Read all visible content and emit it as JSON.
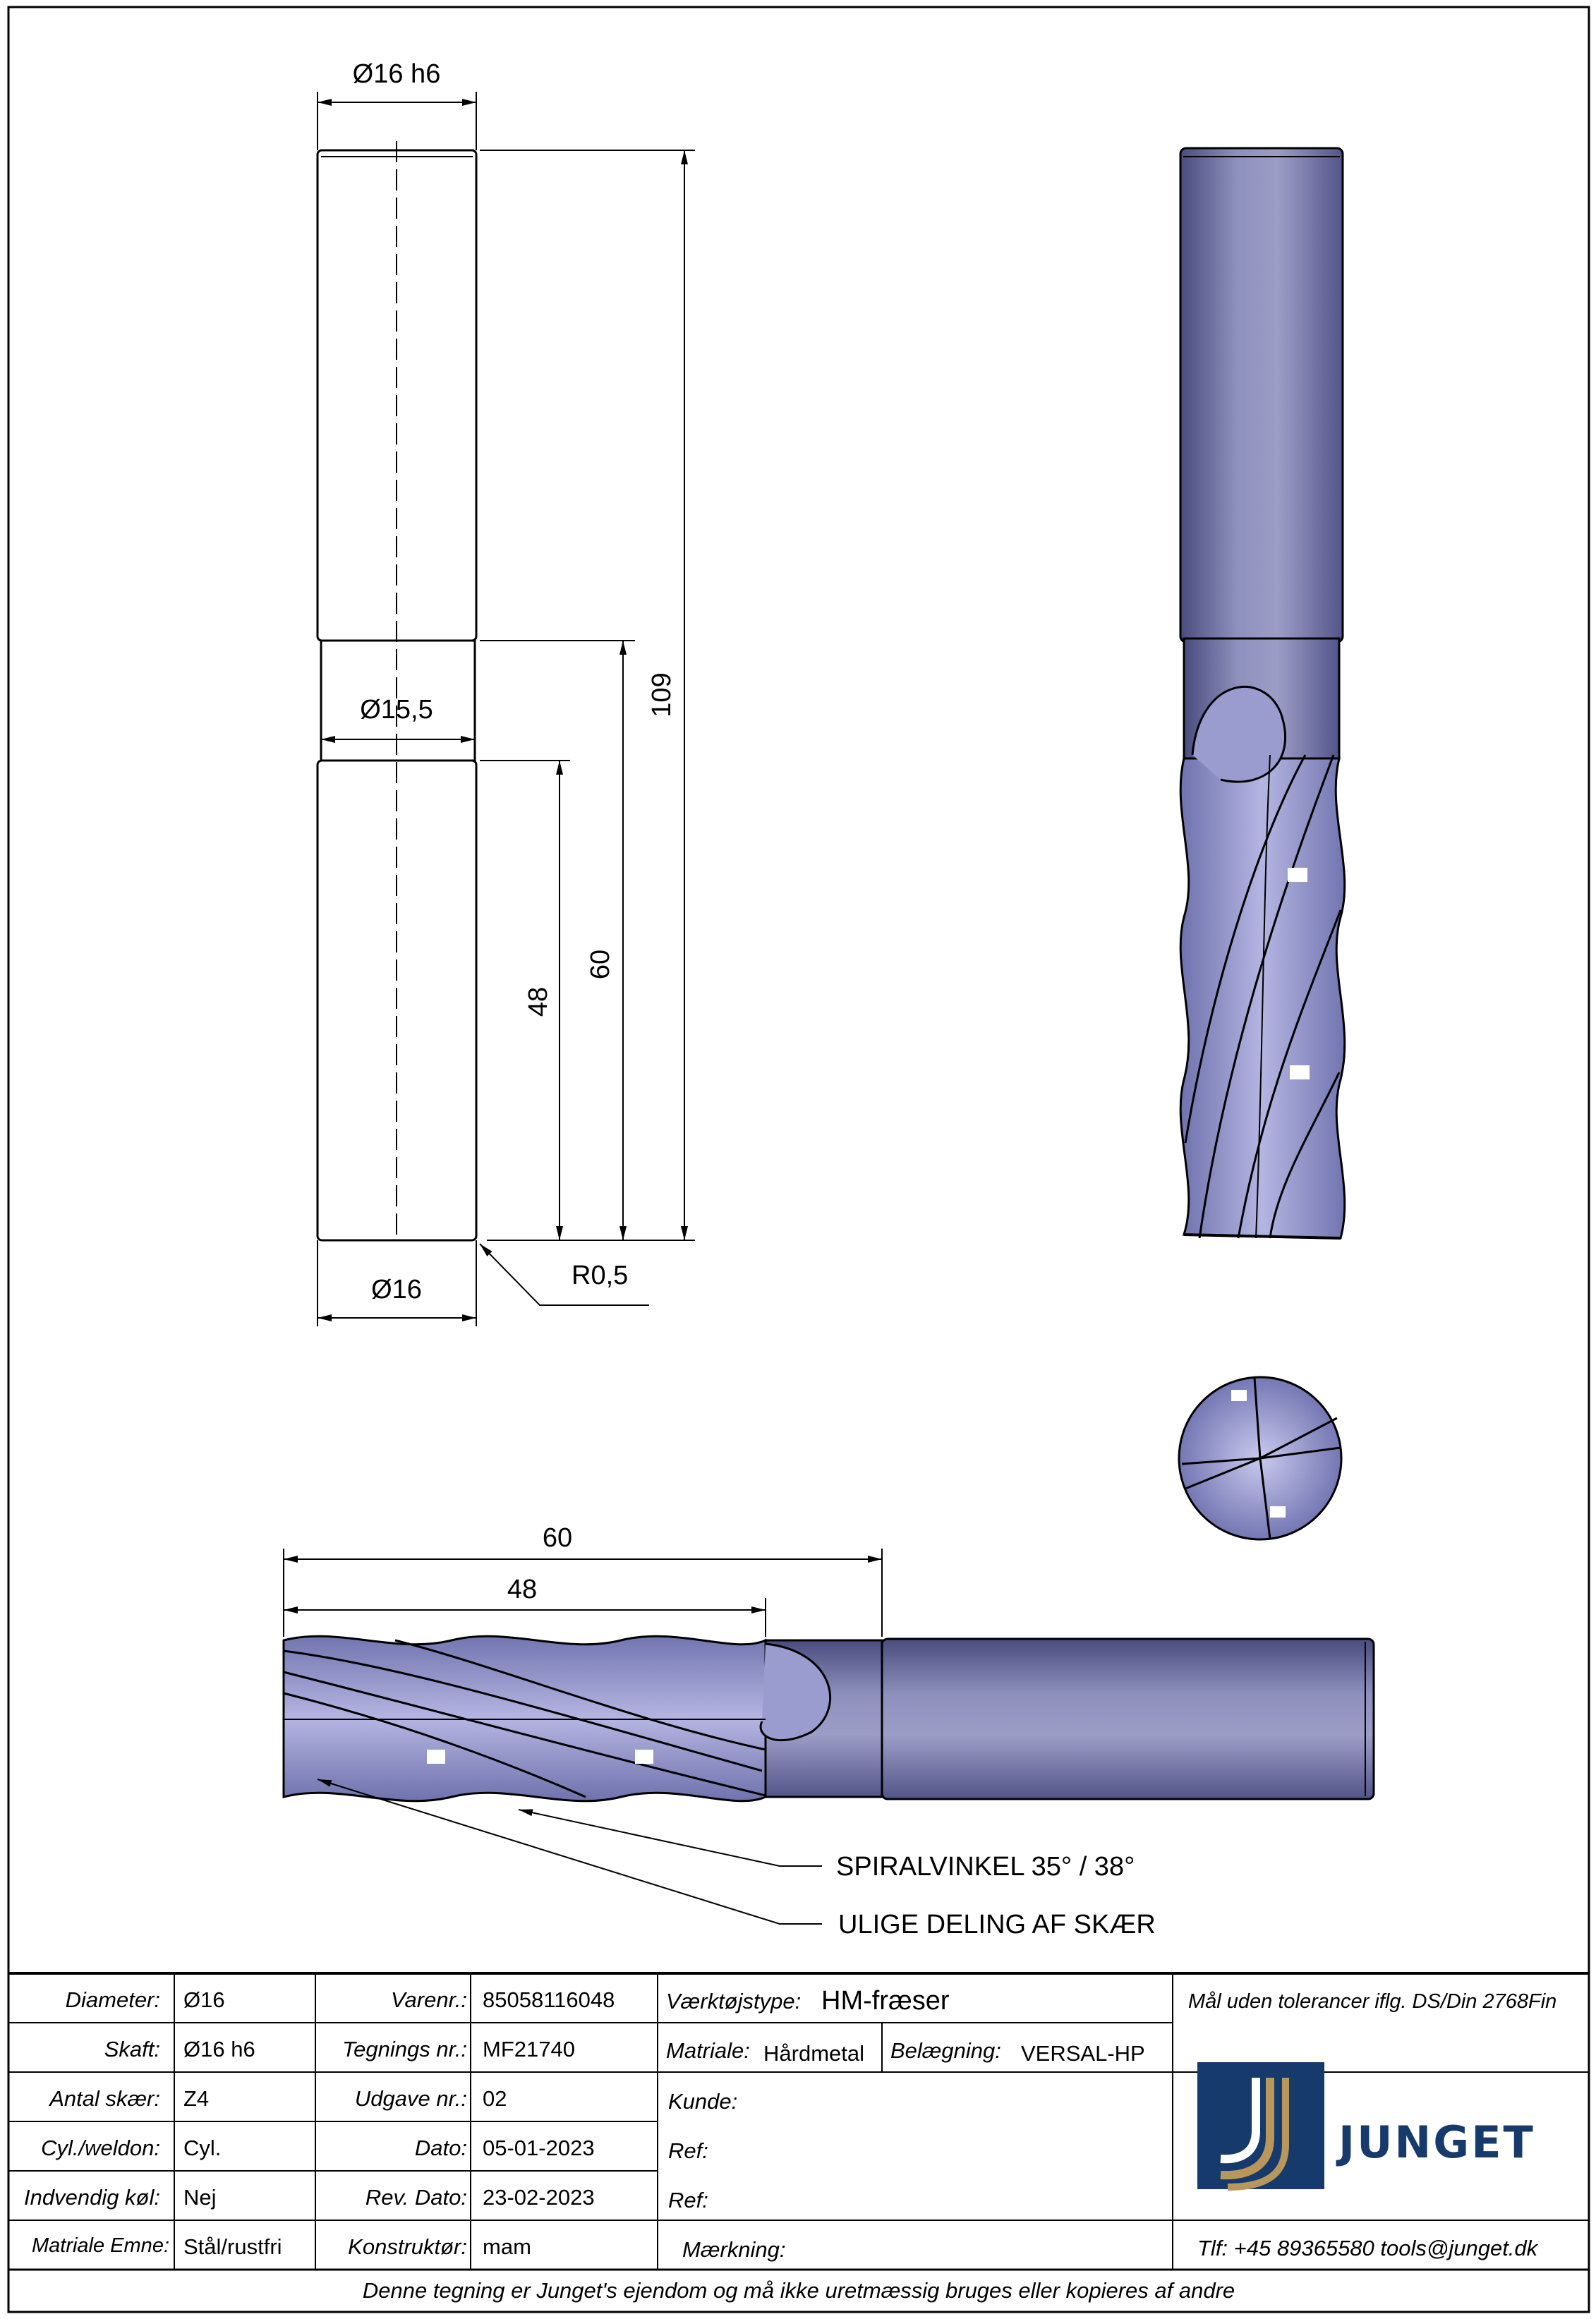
{
  "drawing": {
    "side_view": {
      "dim_shank": "Ø16 h6",
      "dim_neck": "Ø15,5",
      "dim_cutter": "Ø16",
      "dim_total_length": "109",
      "dim_neck_length": "60",
      "dim_cut_length": "48",
      "dim_corner_radius": "R0,5"
    },
    "bottom_view": {
      "dim_neck_length": "60",
      "dim_cut_length": "48",
      "callout_helix": "SPIRALVINKEL 35° / 38°",
      "callout_pitch": "ULIGE DELING AF SKÆR"
    }
  },
  "title_block": {
    "rows": [
      {
        "l1": "Diameter:",
        "v1": "Ø16",
        "l2": "Varenr.:",
        "v2": "85058116048"
      },
      {
        "l1": "Skaft:",
        "v1": "Ø16 h6",
        "l2": "Tegnings nr.:",
        "v2": "MF21740"
      },
      {
        "l1": "Antal skær:",
        "v1": "Z4",
        "l2": "Udgave nr.:",
        "v2": "02"
      },
      {
        "l1": "Cyl./weldon:",
        "v1": "Cyl.",
        "l2": "Dato:",
        "v2": "05-01-2023"
      },
      {
        "l1": "Indvendig køl:",
        "v1": "Nej",
        "l2": "Rev. Dato:",
        "v2": "23-02-2023"
      },
      {
        "l1": "Matriale Emne:",
        "v1": "Stål/rustfri",
        "l2": "Konstruktør:",
        "v2": "mam"
      }
    ],
    "tool_type_label": "Værktøjstype:",
    "tool_type_value": "HM-fræser",
    "material_label": "Matriale:",
    "material_value": "Hårdmetal",
    "coating_label": "Belægning:",
    "coating_value": "VERSAL-HP",
    "customer_label": "Kunde:",
    "ref1_label": "Ref:",
    "ref2_label": "Ref:",
    "marking_label": "Mærkning:",
    "tolerance_note": "Mål uden tolerancer iflg. DS/Din 2768Fin",
    "company_name": "JUNGET",
    "contact": "Tlf: +45 89365580  tools@junget.dk",
    "footer": "Denne tegning er Junget's ejendom og må ikke uretmæssig bruges eller kopieres af andre",
    "brand_color": "#173a6c",
    "gold_color": "#b9975b",
    "tool_color": "#8a8cc0"
  }
}
